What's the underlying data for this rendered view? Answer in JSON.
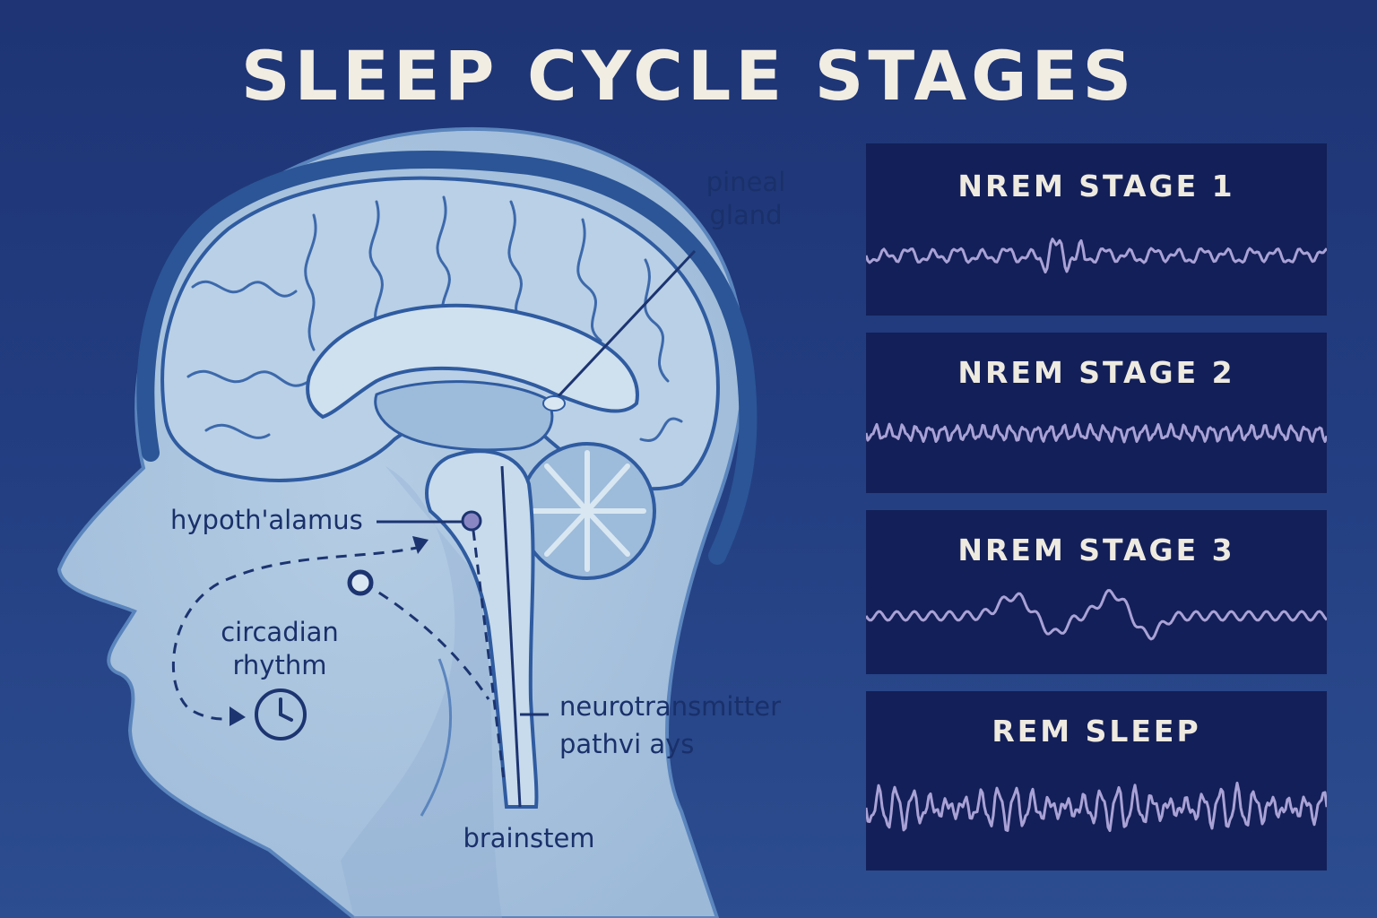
{
  "title": "SLEEP CYCLE STAGES",
  "labels": {
    "pineal_line1": "pineal",
    "pineal_line2": "gland",
    "hypothalamus": "hypoth'alamus",
    "circadian_line1": "circadian",
    "circadian_line2": "rhythm",
    "neuro_line1": "neurotransmitter",
    "neuro_line2": "pathvi ays",
    "brainstem": "brainstem"
  },
  "stages": [
    {
      "name": "NREM STAGE 1",
      "wave": "low-amplitude mixed-frequency"
    },
    {
      "name": "NREM STAGE 2",
      "wave": "regular medium-frequency"
    },
    {
      "name": "NREM STAGE 3",
      "wave": "slow high-amplitude delta"
    },
    {
      "name": "REM SLEEP",
      "wave": "fast high-amplitude sawtooth"
    }
  ],
  "colors": {
    "background": "#223d80",
    "panel": "#131f58",
    "wave": "#a9a2d6",
    "head": "#a9c4de",
    "outline": "#2b5596",
    "label": "#19306a",
    "title": "#f1ede2"
  }
}
